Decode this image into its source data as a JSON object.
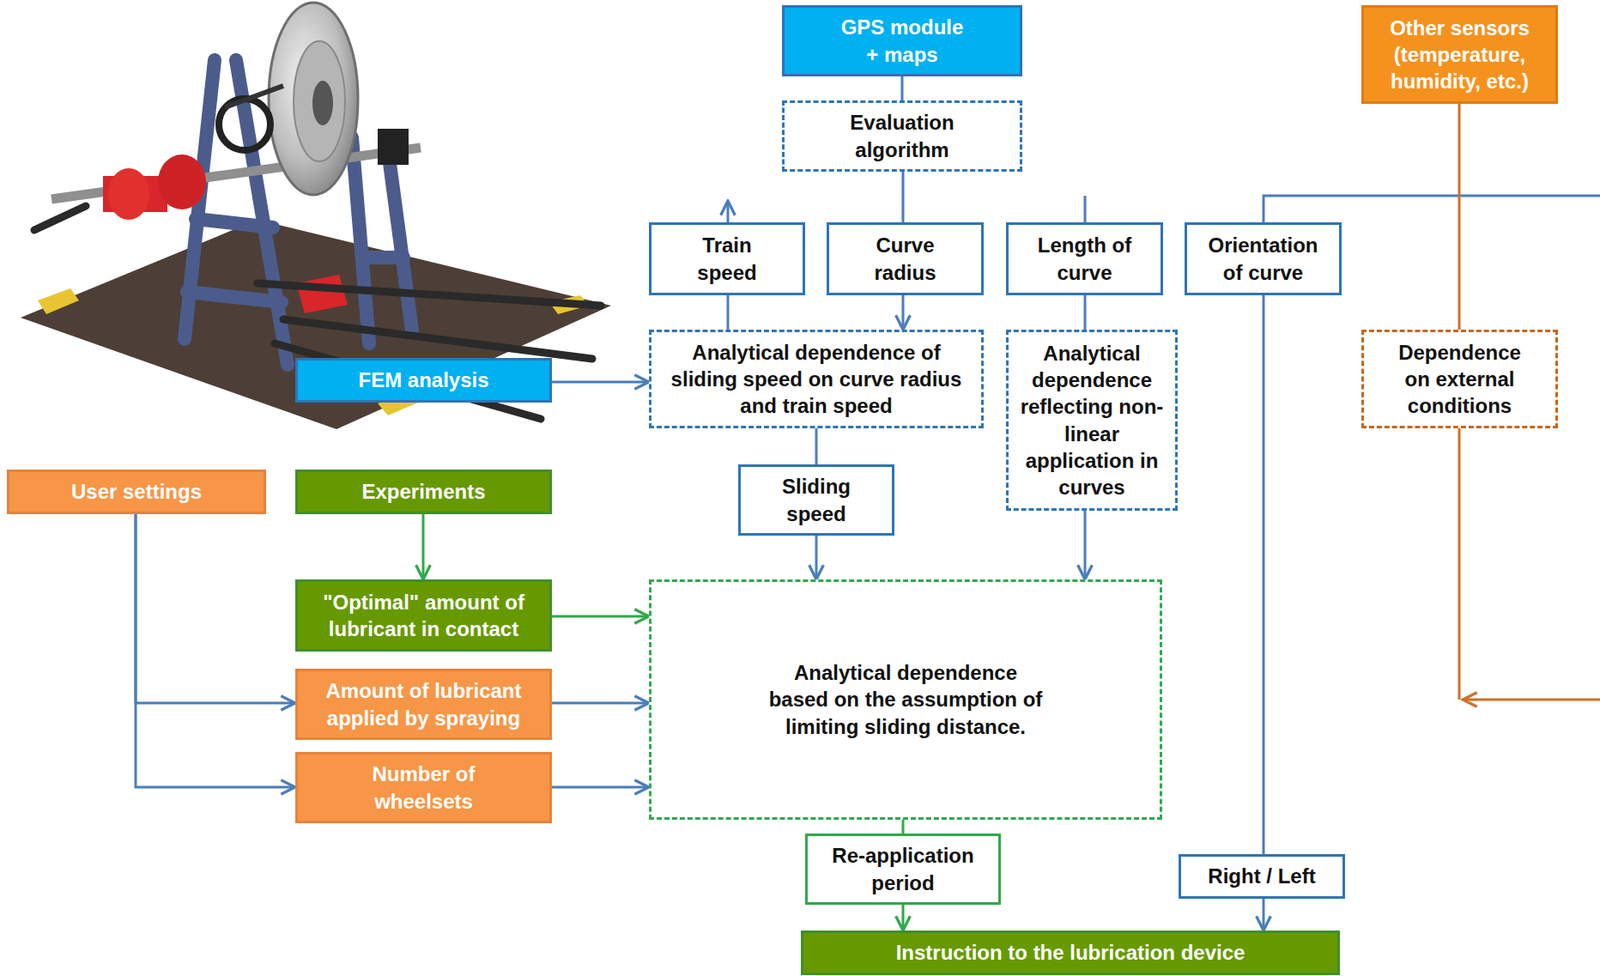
{
  "diagram": {
    "nodes": [
      {
        "text": [
          "GPS module + maps"
        ]
      },
      {
        "text": [
          "Other sensors (temperature, humidity, etc.)"
        ]
      },
      {
        "text": [
          "Evaluation algorithm"
        ]
      },
      {
        "text": [
          "Train speed"
        ]
      },
      {
        "text": [
          "Curve radius"
        ]
      },
      {
        "text": [
          "Length of curve"
        ]
      },
      {
        "text": [
          "Orientation of curve"
        ]
      },
      {
        "text": [
          "FEM analysis"
        ]
      },
      {
        "text": [
          "Analytical dependence of sliding speed on curve radius and train speed"
        ]
      },
      {
        "text": [
          "Analytical dependence reflecting non-linear application in curves"
        ]
      },
      {
        "text": [
          "Dependence on external conditions"
        ]
      },
      {
        "text": [
          "User settings"
        ]
      },
      {
        "text": [
          "Experiments"
        ]
      },
      {
        "text": [
          "Sliding speed"
        ]
      },
      {
        "text": [
          "\"Optimal\" amount of lubricant in contact"
        ]
      },
      {
        "text": [
          "Analytical dependence based on the assumption of limiting sliding distance."
        ]
      },
      {
        "text": [
          "Amount of lubricant applied by spraying"
        ]
      },
      {
        "text": [
          "Number of wheelsets"
        ]
      },
      {
        "text": [
          "Re-application period"
        ]
      },
      {
        "text": [
          "Right / Left"
        ]
      },
      {
        "text": [
          "Instruction to the lubrication device"
        ]
      }
    ],
    "edges": [
      {
        "from": 0,
        "to": 2,
        "arrow": "none"
      },
      {
        "from": 2,
        "to": 4,
        "arrow": "none"
      },
      {
        "from": 4,
        "to": 8,
        "arrow": "to"
      },
      {
        "from": 3,
        "to": 8,
        "arrow": "none"
      },
      {
        "from": 7,
        "to": 8,
        "arrow": "to"
      },
      {
        "from": 8,
        "to": 13,
        "arrow": "none"
      },
      {
        "from": 5,
        "to": 9,
        "arrow": "none"
      },
      {
        "from": 13,
        "to": 15,
        "arrow": "to"
      },
      {
        "from": 9,
        "to": 15,
        "arrow": "to"
      },
      {
        "from": 12,
        "to": 14,
        "arrow": "to"
      },
      {
        "from": 14,
        "to": 15,
        "arrow": "to"
      },
      {
        "from": 11,
        "to": 16,
        "arrow": "to"
      },
      {
        "from": 11,
        "to": 17,
        "arrow": "to"
      },
      {
        "from": 16,
        "to": 15,
        "arrow": "to"
      },
      {
        "from": 17,
        "to": 15,
        "arrow": "to"
      },
      {
        "from": 15,
        "to": 18,
        "arrow": "none"
      },
      {
        "from": 18,
        "to": 20,
        "arrow": "to"
      },
      {
        "from": 6,
        "to": 19,
        "arrow": "none"
      },
      {
        "from": 19,
        "to": 20,
        "arrow": "to"
      },
      {
        "from": 1,
        "to": 10,
        "arrow": "none"
      }
    ]
  }
}
